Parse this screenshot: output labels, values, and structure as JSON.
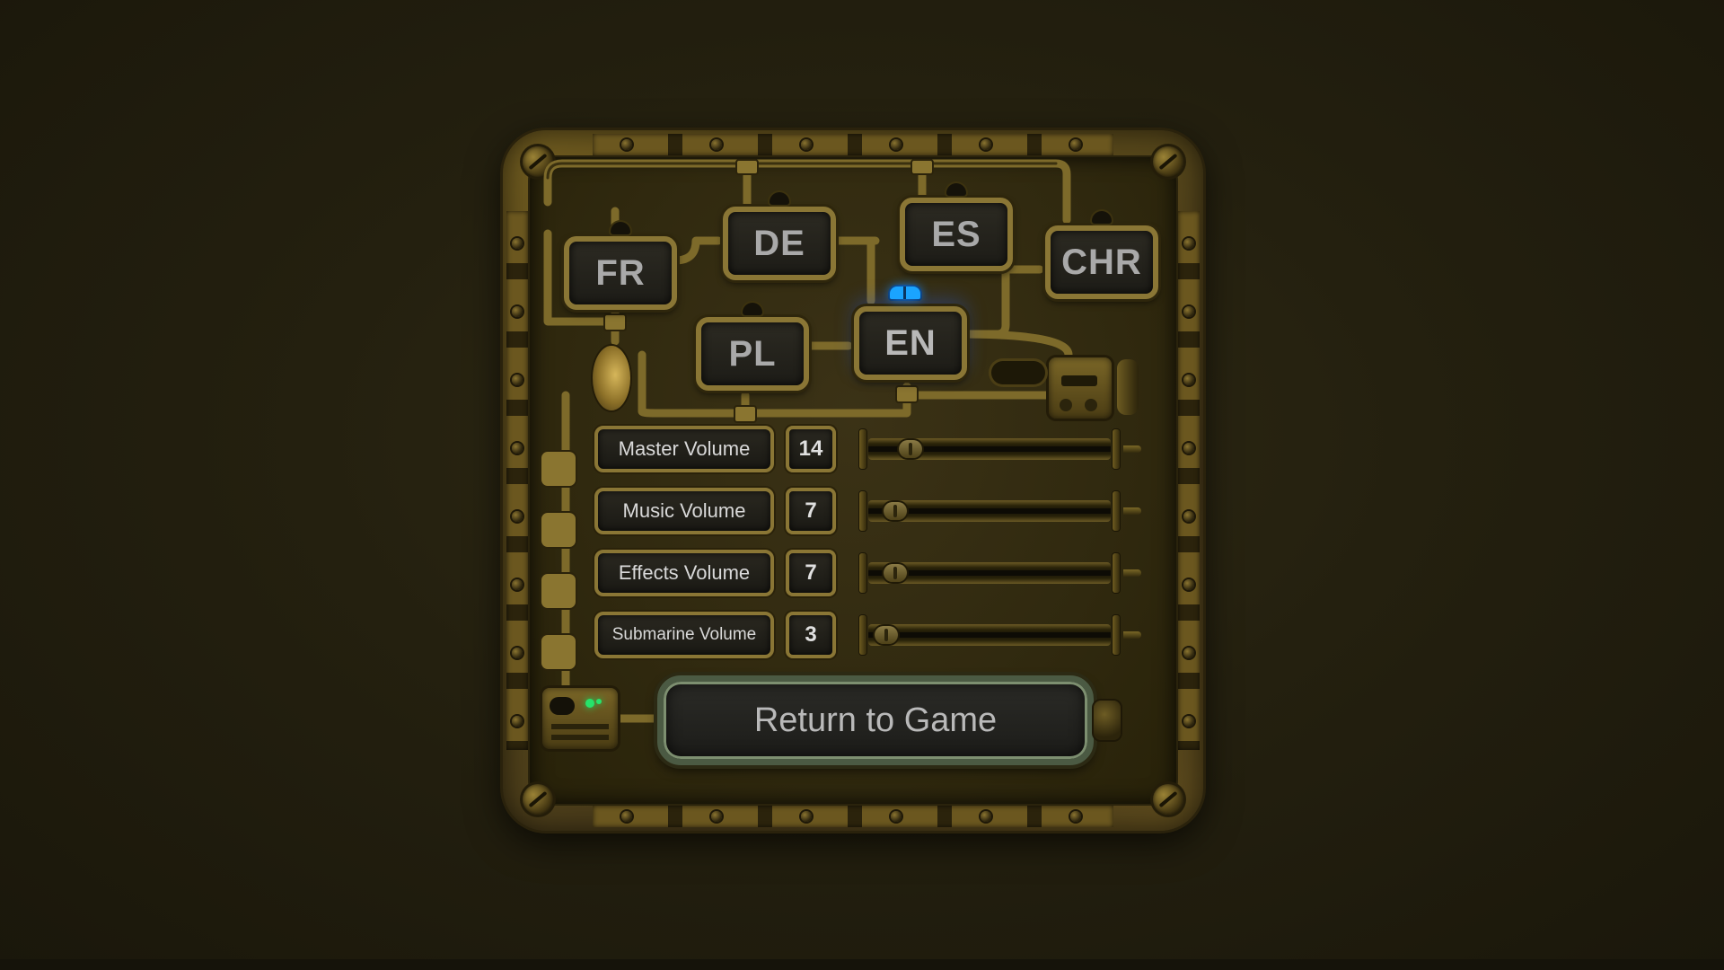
{
  "languages": [
    {
      "code": "FR",
      "active": false
    },
    {
      "code": "DE",
      "active": false
    },
    {
      "code": "ES",
      "active": false
    },
    {
      "code": "CHR",
      "active": false
    },
    {
      "code": "PL",
      "active": false
    },
    {
      "code": "EN",
      "active": true
    }
  ],
  "volumes": [
    {
      "label": "Master Volume",
      "value": "14",
      "fraction": 0.14
    },
    {
      "label": "Music Volume",
      "value": "7",
      "fraction": 0.07
    },
    {
      "label": "Effects Volume",
      "value": "7",
      "fraction": 0.07
    },
    {
      "label": "Submarine Volume",
      "value": "3",
      "fraction": 0.03
    }
  ],
  "return_button": {
    "label": "Return to Game"
  },
  "colors": {
    "brass": "#8a7635",
    "indicator_blue": "#1aa4ff",
    "led_green": "#27e36b"
  }
}
